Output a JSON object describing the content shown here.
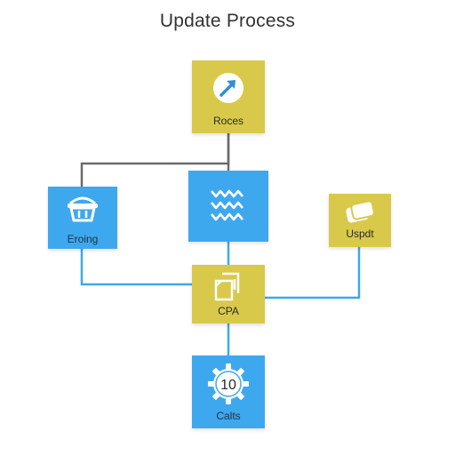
{
  "title": "Update Process",
  "colors": {
    "yellow": "#d9c94a",
    "blue": "#3ea8ee",
    "gray_line": "#6b6b6b",
    "blue_line": "#3ea8ee"
  },
  "nodes": {
    "process": {
      "label": "Roces",
      "icon": "compass-arrow-icon",
      "color": "yellow"
    },
    "erasing": {
      "label": "Eroing",
      "icon": "basket-icon",
      "color": "blue"
    },
    "middle": {
      "label": "",
      "icon": "wave-lines-icon",
      "color": "blue"
    },
    "update": {
      "label": "Uspdt",
      "icon": "stacked-cards-icon",
      "color": "yellow"
    },
    "cpa": {
      "label": "CPA",
      "icon": "copy-pages-icon",
      "color": "yellow"
    },
    "calls": {
      "label": "Calts",
      "icon": "gear-badge-icon",
      "color": "blue",
      "badge": "10"
    }
  }
}
